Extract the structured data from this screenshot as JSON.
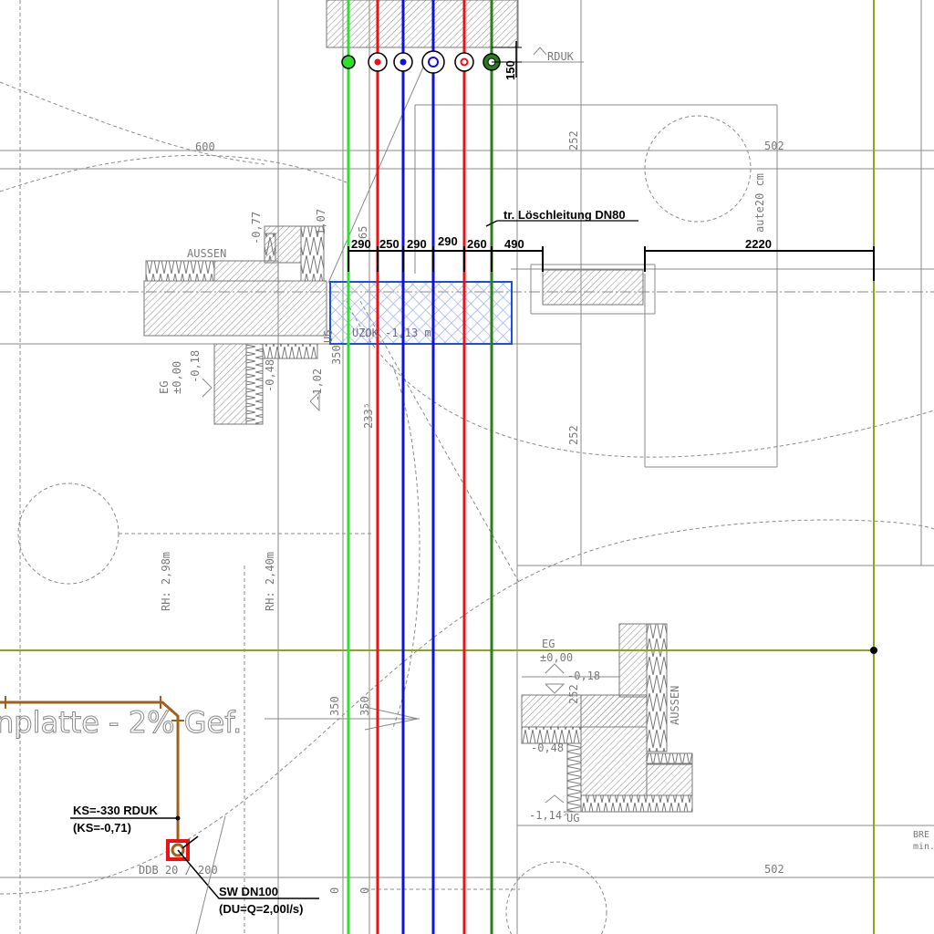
{
  "drawing": {
    "colors": {
      "cold_water": "#2ee02e",
      "hot_water": "#ee1111",
      "blue_pipe": "#1010dd",
      "fire_line": "#2a7f1a",
      "grid_axis": "#8aa61e",
      "sewage": "#a0601a",
      "zone": "#1a4fe0"
    },
    "labels": {
      "rduk": "RDUK",
      "dim_150": "150",
      "dim_600": "600",
      "dim_252_top": "252",
      "dim_502_top": "502",
      "aute": "aute20 cm",
      "loeschleitung": "tr. Löschleitung DN80",
      "dims": [
        "290",
        "250",
        "290",
        "290",
        "260",
        "490"
      ],
      "dim_2220": "2220",
      "aussen_left": "AUSSEN",
      "lvl_077": "-0,77",
      "lvl_107": "-1,07",
      "lvl_65": "65",
      "uzok": "UZOK -1,13 m",
      "eg_left": "EG",
      "eg_left_lvl": "±0,00",
      "lvl_018_left": "-0,18",
      "lvl_048_left": "-0,48",
      "lvl_102": "-1,02",
      "ug_left": "UG",
      "dim_350_a": "350",
      "dim_2335": "233⁵",
      "dim_252_mid": "252",
      "rh_298": "RH: 2,98m",
      "rh_240": "RH: 2,40m",
      "platte": "nplatte - 2% Gef.",
      "dim_350_b": "350",
      "dim_350_c": "350",
      "ks_1": "KS=-330 RDUK",
      "ks_2": "(KS=-0,71)",
      "ddb": "DDB 20 / 200",
      "sw_1": "SW DN100",
      "sw_2": "(DU=Q=2,00l/s)",
      "zero_a": "0",
      "zero_b": "0",
      "eg_right": "EG",
      "eg_right_lvl": "±0,00",
      "lvl_018_right": "-0,18",
      "dim_252_low": "252",
      "aussen_right": "AUSSEN",
      "lvl_048_right": "-0,48",
      "lvl_1145": "-1,14⁵",
      "ug_right": "UG",
      "bre": "BRE",
      "min": "min.",
      "dim_502_bottom": "502"
    }
  }
}
